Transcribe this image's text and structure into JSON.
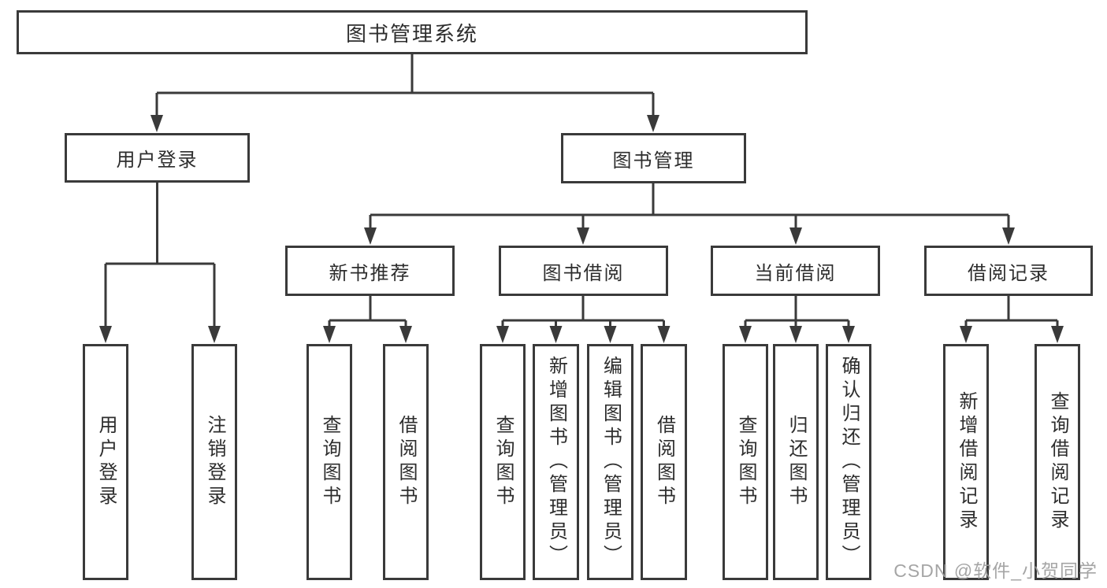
{
  "tree": {
    "label": "图书管理系统",
    "children": [
      {
        "label": "用户登录",
        "children": [
          {
            "label": "用户登录"
          },
          {
            "label": "注销登录"
          }
        ]
      },
      {
        "label": "图书管理",
        "children": [
          {
            "label": "新书推荐",
            "children": [
              {
                "label": "查询图书"
              },
              {
                "label": "借阅图书"
              }
            ]
          },
          {
            "label": "图书借阅",
            "children": [
              {
                "label": "查询图书"
              },
              {
                "label": "新增图书（管理员）"
              },
              {
                "label": "编辑图书（管理员）"
              },
              {
                "label": "借阅图书"
              }
            ]
          },
          {
            "label": "当前借阅",
            "children": [
              {
                "label": "查询图书"
              },
              {
                "label": "归还图书"
              },
              {
                "label": "确认归还（管理员）"
              }
            ]
          },
          {
            "label": "借阅记录",
            "children": [
              {
                "label": "新增借阅记录"
              },
              {
                "label": "查询借阅记录"
              }
            ]
          }
        ]
      }
    ]
  },
  "watermark": {
    "text": "CSDN @软件_小贺同学"
  },
  "colors": {
    "line": "#3a3a3a",
    "text": "#2d2d2d",
    "bg": "#ffffff",
    "watermark": "#9e9e9e"
  }
}
